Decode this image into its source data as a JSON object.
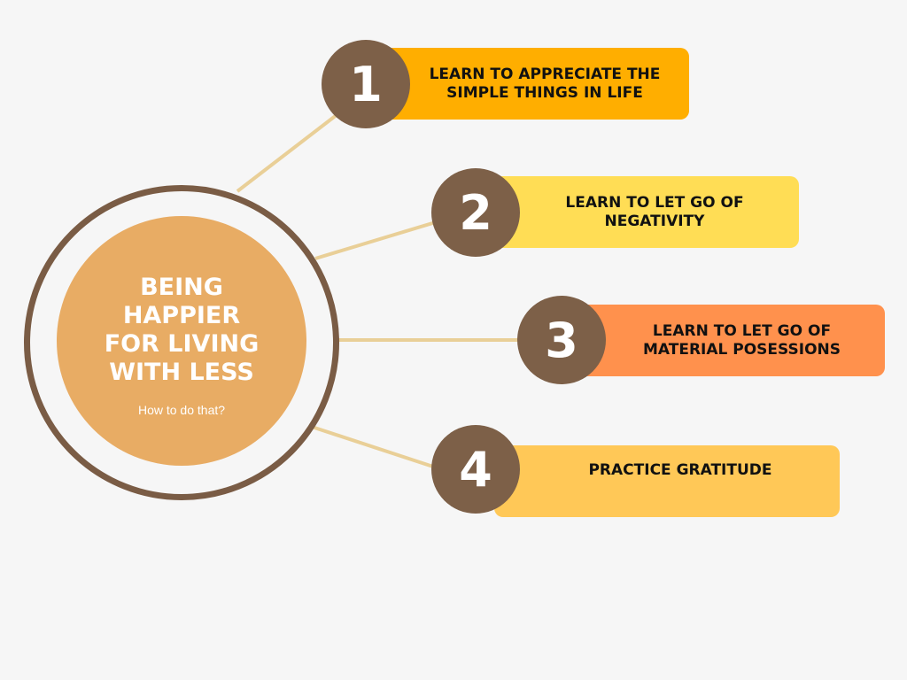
{
  "center": {
    "title": "BEING HAPPIER FOR LIVING WITH LESS",
    "subtitle": "How to do that?"
  },
  "steps": [
    {
      "number": "1",
      "label": "LEARN TO APPRECIATE THE SIMPLE THINGS IN LIFE",
      "color": "#ffae00"
    },
    {
      "number": "2",
      "label": "LEARN TO LET GO OF NEGATIVITY",
      "color": "#ffdd55"
    },
    {
      "number": "3",
      "label": "LEARN TO LET GO OF MATERIAL POSESSIONS",
      "color": "#ff914d"
    },
    {
      "number": "4",
      "label": "PRACTICE GRATITUDE",
      "color": "#ffc857"
    }
  ],
  "colors": {
    "background": "#f6f6f6",
    "ring": "#7a5c45",
    "center_fill": "#e8ac64",
    "number_badge": "#7d6048",
    "connector": "#e9cf97"
  }
}
